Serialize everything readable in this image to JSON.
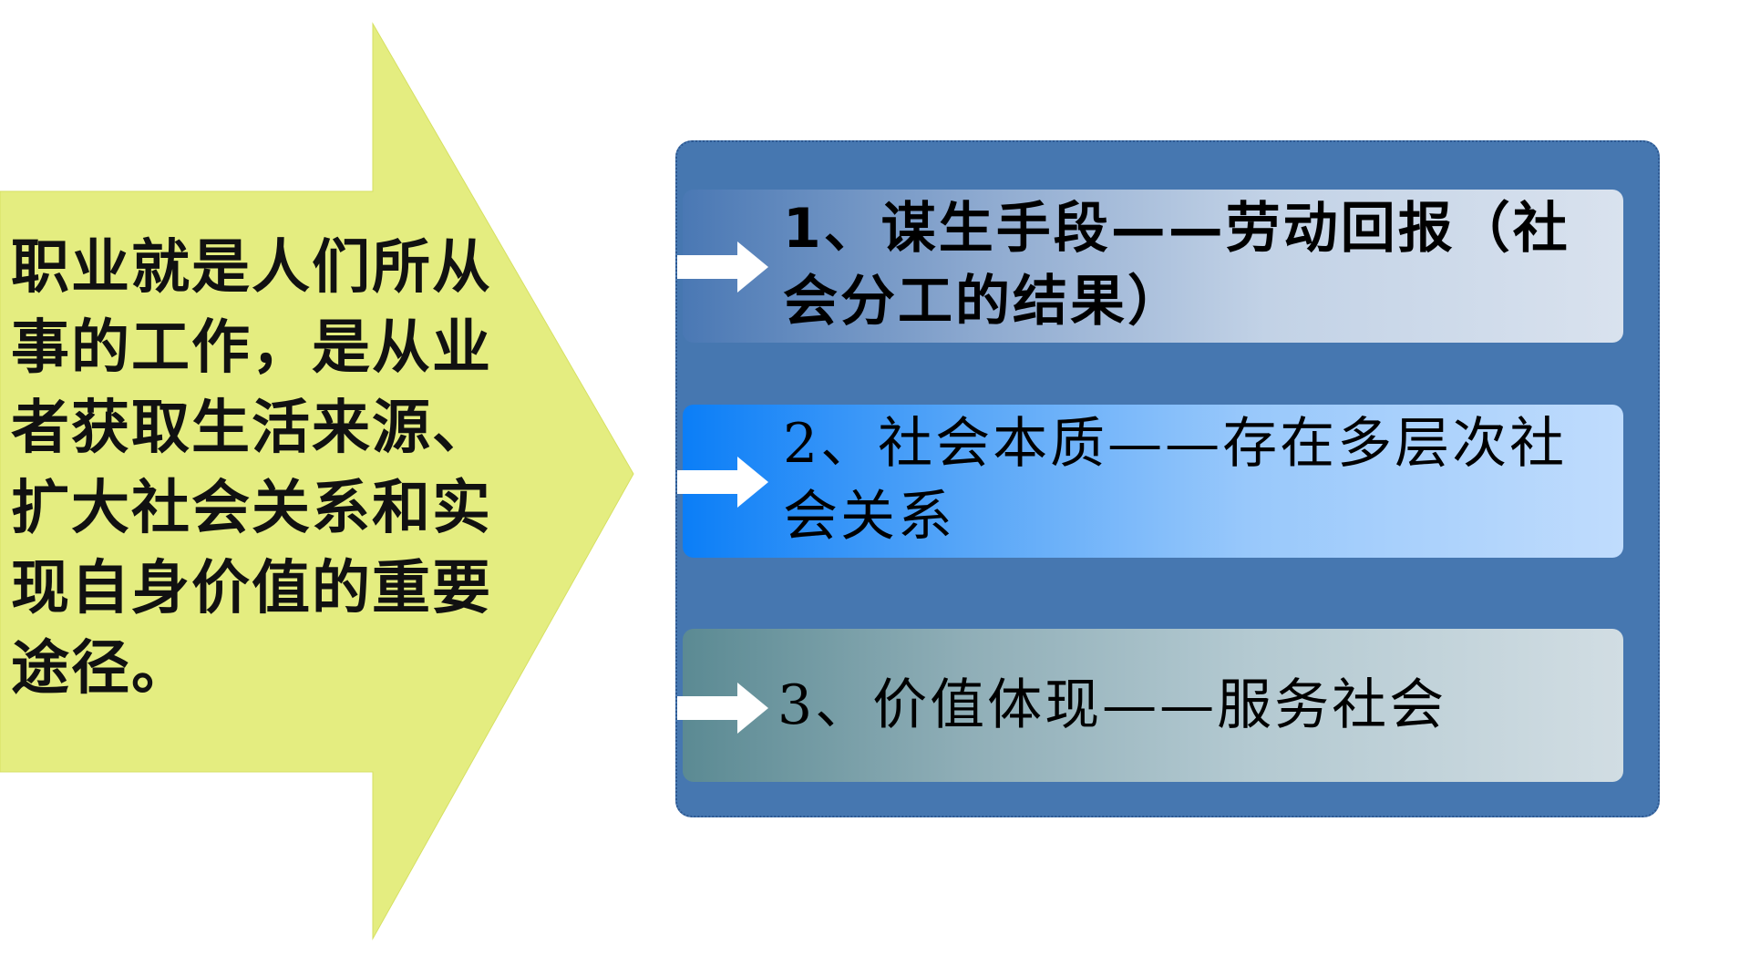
{
  "arrow": {
    "text": "职业就是人们所从事的工作，是从业者获取生活来源、扩大社会关系和实现自身价值的重要途径。",
    "fill_color": "#e4ed80"
  },
  "panel": {
    "background_color": "#4677b0",
    "items": [
      {
        "label": "1、谋生手段——劳动回报（社会分工的结果）"
      },
      {
        "label": "2、社会本质——存在多层次社会关系"
      },
      {
        "label": "3、价值体现——服务社会"
      }
    ]
  }
}
